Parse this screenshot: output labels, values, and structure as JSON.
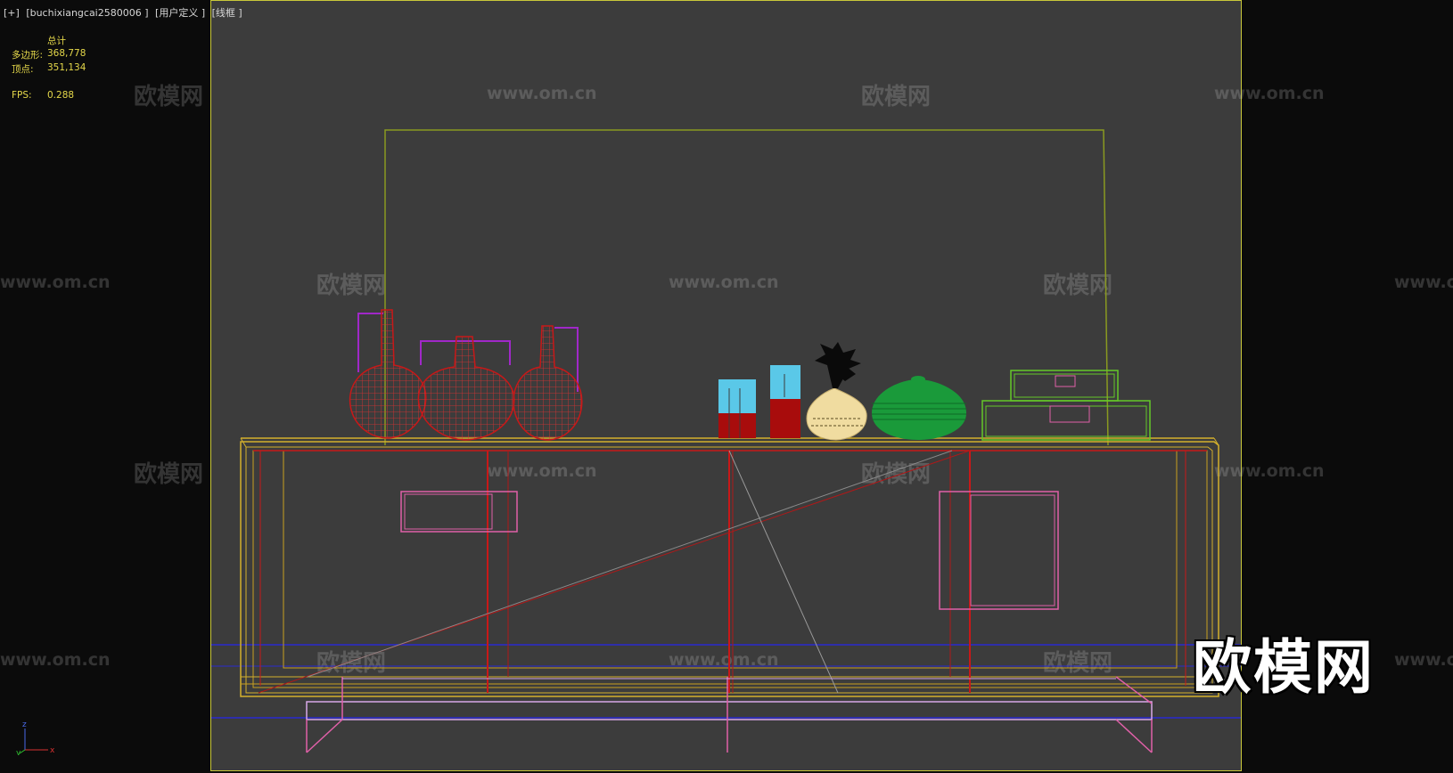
{
  "viewport": {
    "labels": [
      "[+]",
      "[buchixiangcai2580006 ]",
      "[用户定义 ]",
      "[线框 ]"
    ]
  },
  "stats": {
    "header": "总计",
    "rows": [
      {
        "label": "多边形:",
        "value": "368,778"
      },
      {
        "label": "顶点:",
        "value": "351,134"
      },
      {
        "label": "FPS:",
        "value": "0.288"
      }
    ]
  },
  "watermark": {
    "brand": "欧模网",
    "url": "www.om.cn"
  },
  "axis": {
    "z": "z",
    "y": "y",
    "x": "x"
  },
  "colors": {
    "background": "#3c3c3c",
    "frame": "#c9c83a",
    "cabinet": "#d3b02c",
    "vase_red": "#c81818",
    "magenta": "#a028c8",
    "pink": "#e060a8",
    "green": "#1a9a3a",
    "box_green": "#64c828",
    "cream": "#f0dca0",
    "cyan": "#5ac8e8",
    "blue_line": "#2a2ad0",
    "lavender": "#d8a8e8",
    "mirror": "#8a9a20"
  }
}
